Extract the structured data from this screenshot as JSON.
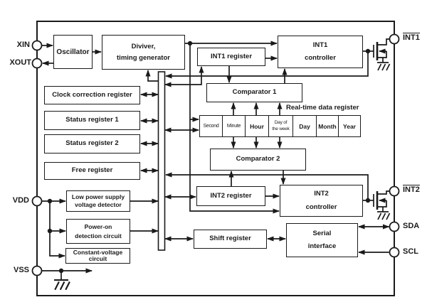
{
  "colors": {
    "line": "#1a1a1a",
    "background": "#ffffff",
    "box_fill": "#ffffff"
  },
  "pins": {
    "xin": "XIN",
    "xout": "XOUT",
    "vdd": "VDD",
    "vss": "VSS",
    "int1": "INT1",
    "int2": "INT2",
    "sda": "SDA",
    "scl": "SCL"
  },
  "blocks": {
    "oscillator": "Oscillator",
    "divider": "Diviver,\ntiming generator",
    "clock_correction": "Clock correction register",
    "status1": "Status register 1",
    "status2": "Status register 2",
    "free": "Free register",
    "low_power": "Low power supply\nvoltage detector",
    "power_on": "Power-on\ndetection circuit",
    "const_volt": "Constant-voltage\ncircuit",
    "int1_register": "INT1 register",
    "int1_controller": "INT1\ncontroller",
    "comparator1": "Comparator 1",
    "comparator2": "Comparator 2",
    "int2_register": "INT2 register",
    "int2_controller": "INT2\ncontroller",
    "shift_register": "Shift register",
    "serial_interface": "Serial\ninterface"
  },
  "labels": {
    "rtc_register": "Real-time data register"
  },
  "cells": [
    "Second",
    "Minute",
    "Hour",
    "Day of\nthe week",
    "Day",
    "Month",
    "Year"
  ]
}
